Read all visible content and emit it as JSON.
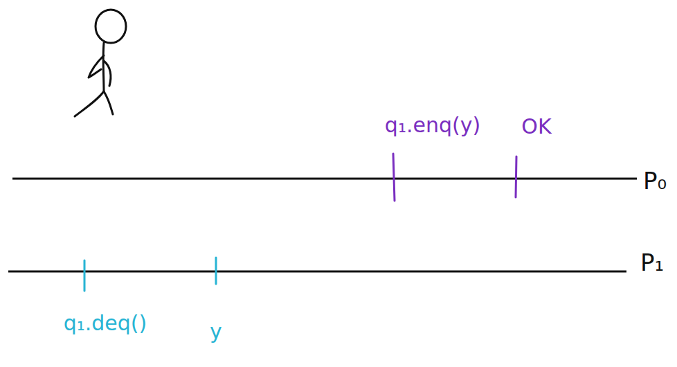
{
  "diagram": {
    "labels": [
      "q₁.enq(y)",
      "OK",
      "P₀",
      "P₁",
      "q₁.deq()",
      "y"
    ]
  }
}
